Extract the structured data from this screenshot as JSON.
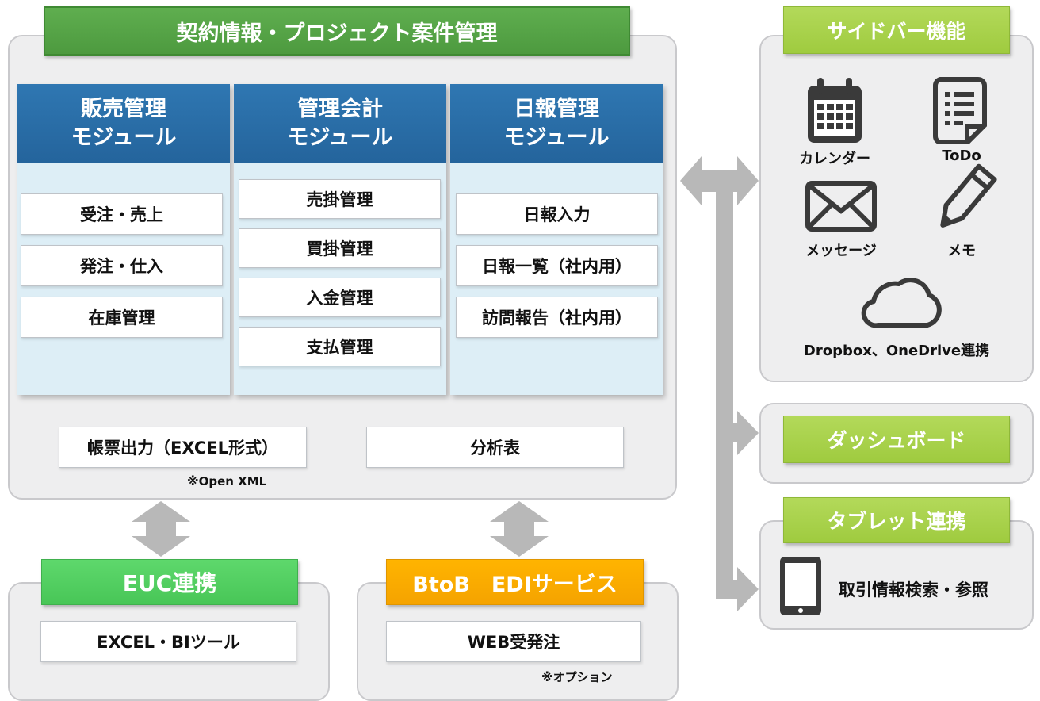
{
  "main": {
    "title": "契約情報・プロジェクト案件管理",
    "modules": [
      {
        "title_line1": "販売管理",
        "title_line2": "モジュール",
        "items": [
          "受注・売上",
          "発注・仕入",
          "在庫管理"
        ]
      },
      {
        "title_line1": "管理会計",
        "title_line2": "モジュール",
        "items": [
          "売掛管理",
          "買掛管理",
          "入金管理",
          "支払管理"
        ]
      },
      {
        "title_line1": "日報管理",
        "title_line2": "モジュール",
        "items": [
          "日報入力",
          "日報一覧（社内用）",
          "訪問報告（社内用）"
        ]
      }
    ],
    "report_output": "帳票出力（EXCEL形式）",
    "report_note": "※Open XML",
    "analysis": "分析表"
  },
  "euc": {
    "title": "EUC連携",
    "item": "EXCEL・BIツール"
  },
  "edi": {
    "title": "BtoB　EDIサービス",
    "item": "WEB受発注",
    "note": "※オプション"
  },
  "sidebar": {
    "title": "サイドバー機能",
    "items": [
      {
        "icon": "calendar-icon",
        "label": "カレンダー"
      },
      {
        "icon": "todo-icon",
        "label": "ToDo"
      },
      {
        "icon": "mail-icon",
        "label": "メッセージ"
      },
      {
        "icon": "pencil-icon",
        "label": "メモ"
      },
      {
        "icon": "cloud-icon",
        "label": "Dropbox、OneDrive連携"
      }
    ]
  },
  "dashboard": {
    "title": "ダッシュボード"
  },
  "tablet": {
    "title": "タブレット連携",
    "icon": "tablet-icon",
    "item": "取引情報検索・参照"
  },
  "colors": {
    "main_title": "#4d9a3f",
    "module_head": "#2a6ca8",
    "module_body": "#ddeef6",
    "lime_title": "#a8d14b",
    "euc_title": "#4fcf5e",
    "edi_title": "#ffab00",
    "arrow": "#b8b8b8",
    "panel": "#eeeeef"
  }
}
